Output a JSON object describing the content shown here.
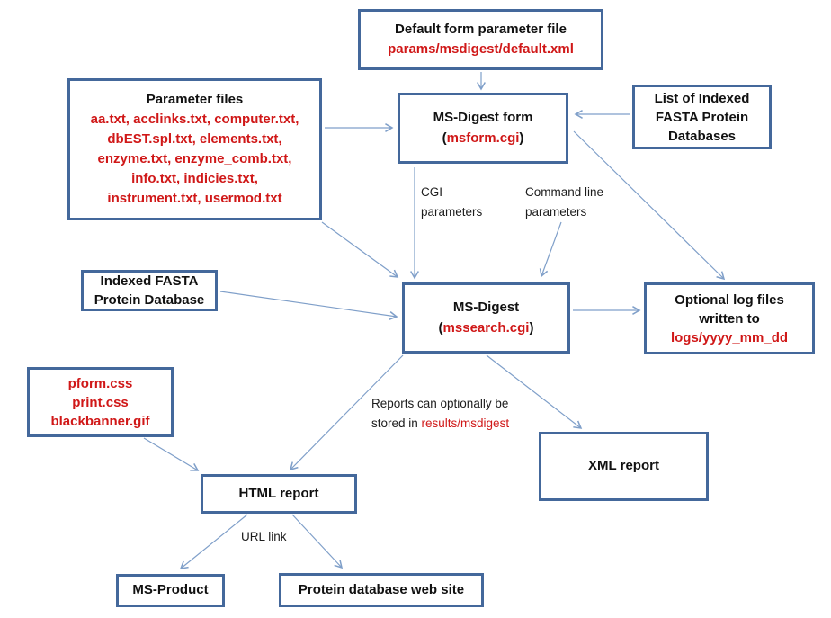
{
  "boxes": {
    "default_form": {
      "title": "Default form parameter file",
      "path": "params/msdigest/default.xml"
    },
    "parameter_files": {
      "title": "Parameter files",
      "files": [
        "aa.txt, acclinks.txt, computer.txt,",
        "dbEST.spl.txt, elements.txt,",
        "enzyme.txt, enzyme_comb.txt,",
        "info.txt, indicies.txt,",
        "instrument.txt, usermod.txt"
      ]
    },
    "msdigest_form": {
      "title": "MS-Digest form",
      "cgi": "msform.cgi"
    },
    "fasta_list": {
      "line1": "List of Indexed",
      "line2": "FASTA Protein",
      "line3": "Databases"
    },
    "indexed_fasta": {
      "line1": "Indexed FASTA",
      "line2": "Protein Database"
    },
    "msdigest": {
      "title": "MS-Digest",
      "cgi": "mssearch.cgi"
    },
    "log_files": {
      "line1": "Optional log files",
      "line2": "written to",
      "path": "logs/yyyy_mm_dd"
    },
    "assets": {
      "line1": "pform.css",
      "line2": "print.css",
      "line3": "blackbanner.gif"
    },
    "html_report": {
      "title": "HTML report"
    },
    "xml_report": {
      "title": "XML report"
    },
    "msproduct": {
      "title": "MS-Product"
    },
    "protein_db": {
      "title": "Protein database web site"
    }
  },
  "labels": {
    "cgi_params_line1": "CGI",
    "cgi_params_line2": "parameters",
    "cmdline_line1": "Command line",
    "cmdline_line2": "parameters",
    "reports_line1": "Reports can optionally be",
    "reports_line2_prefix": "stored in ",
    "reports_line2_path": "results/msdigest",
    "url_link": "URL link"
  },
  "punctuation": {
    "open_paren": "(",
    "close_paren": ")"
  },
  "colors": {
    "box_border": "#44689b",
    "arrow_line": "#7f9fc9",
    "red_text": "#d01818",
    "black_text": "#111111",
    "background": "#ffffff"
  }
}
